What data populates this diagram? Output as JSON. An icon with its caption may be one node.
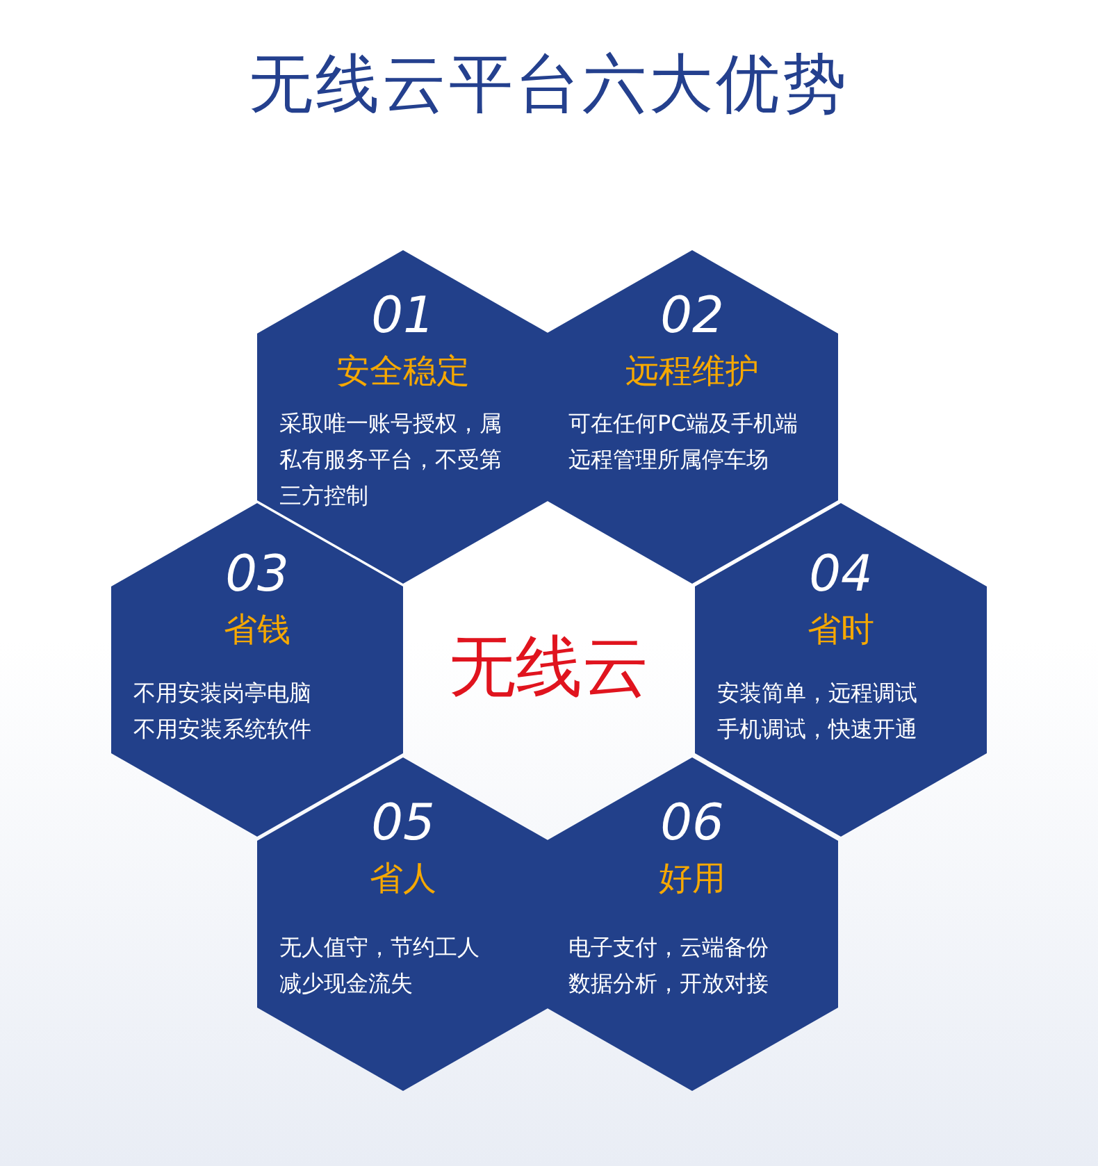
{
  "diagram": {
    "title": "无线云平台六大优势",
    "nodes": [
      {
        "text": [
          "01",
          "安全稳定",
          "采取唯一账号授权，属私有服务平台，不受第三方控制"
        ]
      },
      {
        "text": [
          "02",
          "远程维护",
          "可在任何PC端及手机端远程管理所属停车场"
        ]
      },
      {
        "text": [
          "03",
          "省钱",
          "不用安装岗亭电脑",
          "不用安装系统软件"
        ]
      },
      {
        "text": [
          "无线云"
        ]
      },
      {
        "text": [
          "04",
          "省时",
          "安装简单，远程调试",
          "手机调试，快速开通"
        ]
      },
      {
        "text": [
          "05",
          "省人",
          "无人值守，节约工人",
          "减少现金流失"
        ]
      },
      {
        "text": [
          "06",
          "好用",
          "电子支付，云端备份",
          "数据分析，开放对接"
        ]
      }
    ],
    "edges": []
  }
}
